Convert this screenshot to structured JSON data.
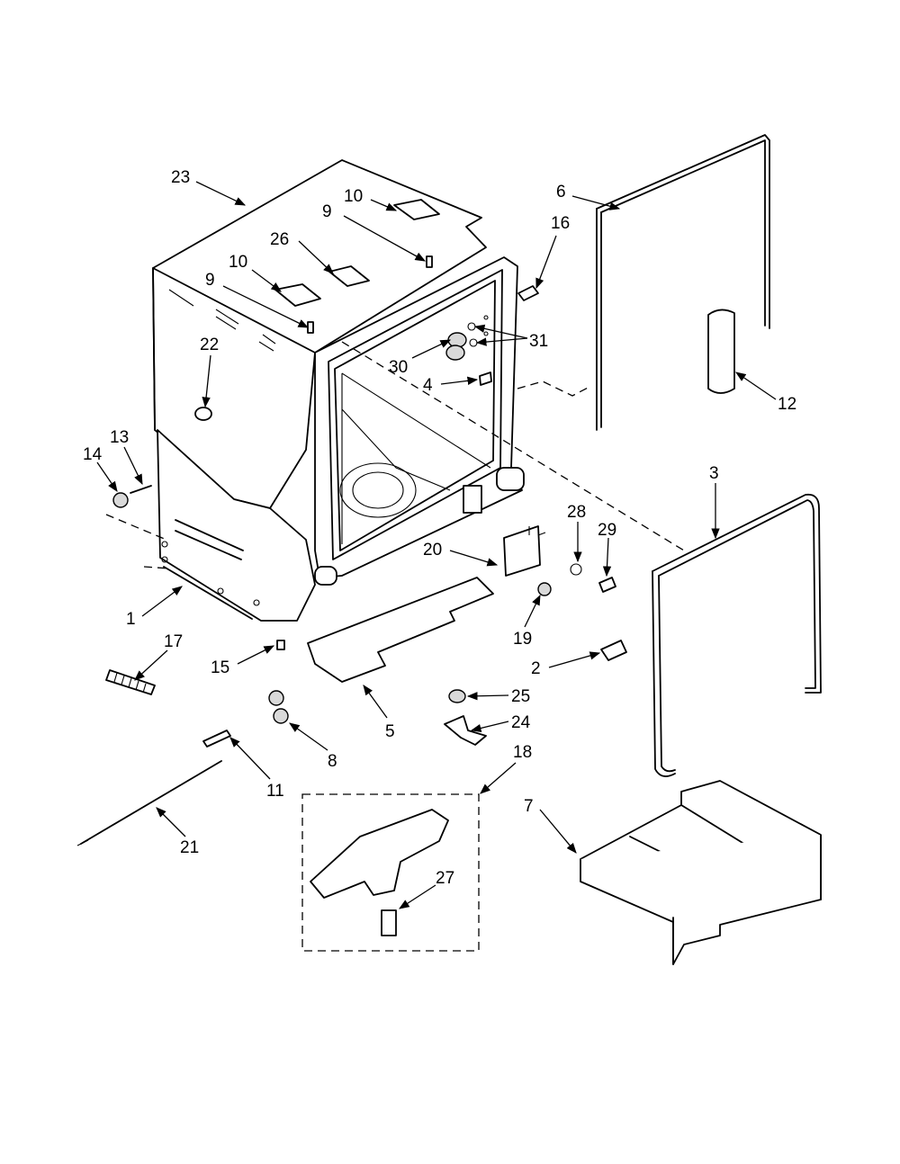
{
  "diagram": {
    "callouts": {
      "c1": "1",
      "c2": "2",
      "c3": "3",
      "c4": "4",
      "c5": "5",
      "c6": "6",
      "c7": "7",
      "c8": "8",
      "c9a": "9",
      "c9b": "9",
      "c10a": "10",
      "c10b": "10",
      "c11": "11",
      "c12": "12",
      "c13": "13",
      "c14": "14",
      "c15": "15",
      "c16": "16",
      "c17": "17",
      "c18": "18",
      "c19": "19",
      "c20": "20",
      "c21": "21",
      "c22": "22",
      "c23": "23",
      "c24": "24",
      "c25": "25",
      "c26": "26",
      "c27": "27",
      "c28": "28",
      "c29": "29",
      "c30": "30",
      "c31": "31"
    }
  }
}
